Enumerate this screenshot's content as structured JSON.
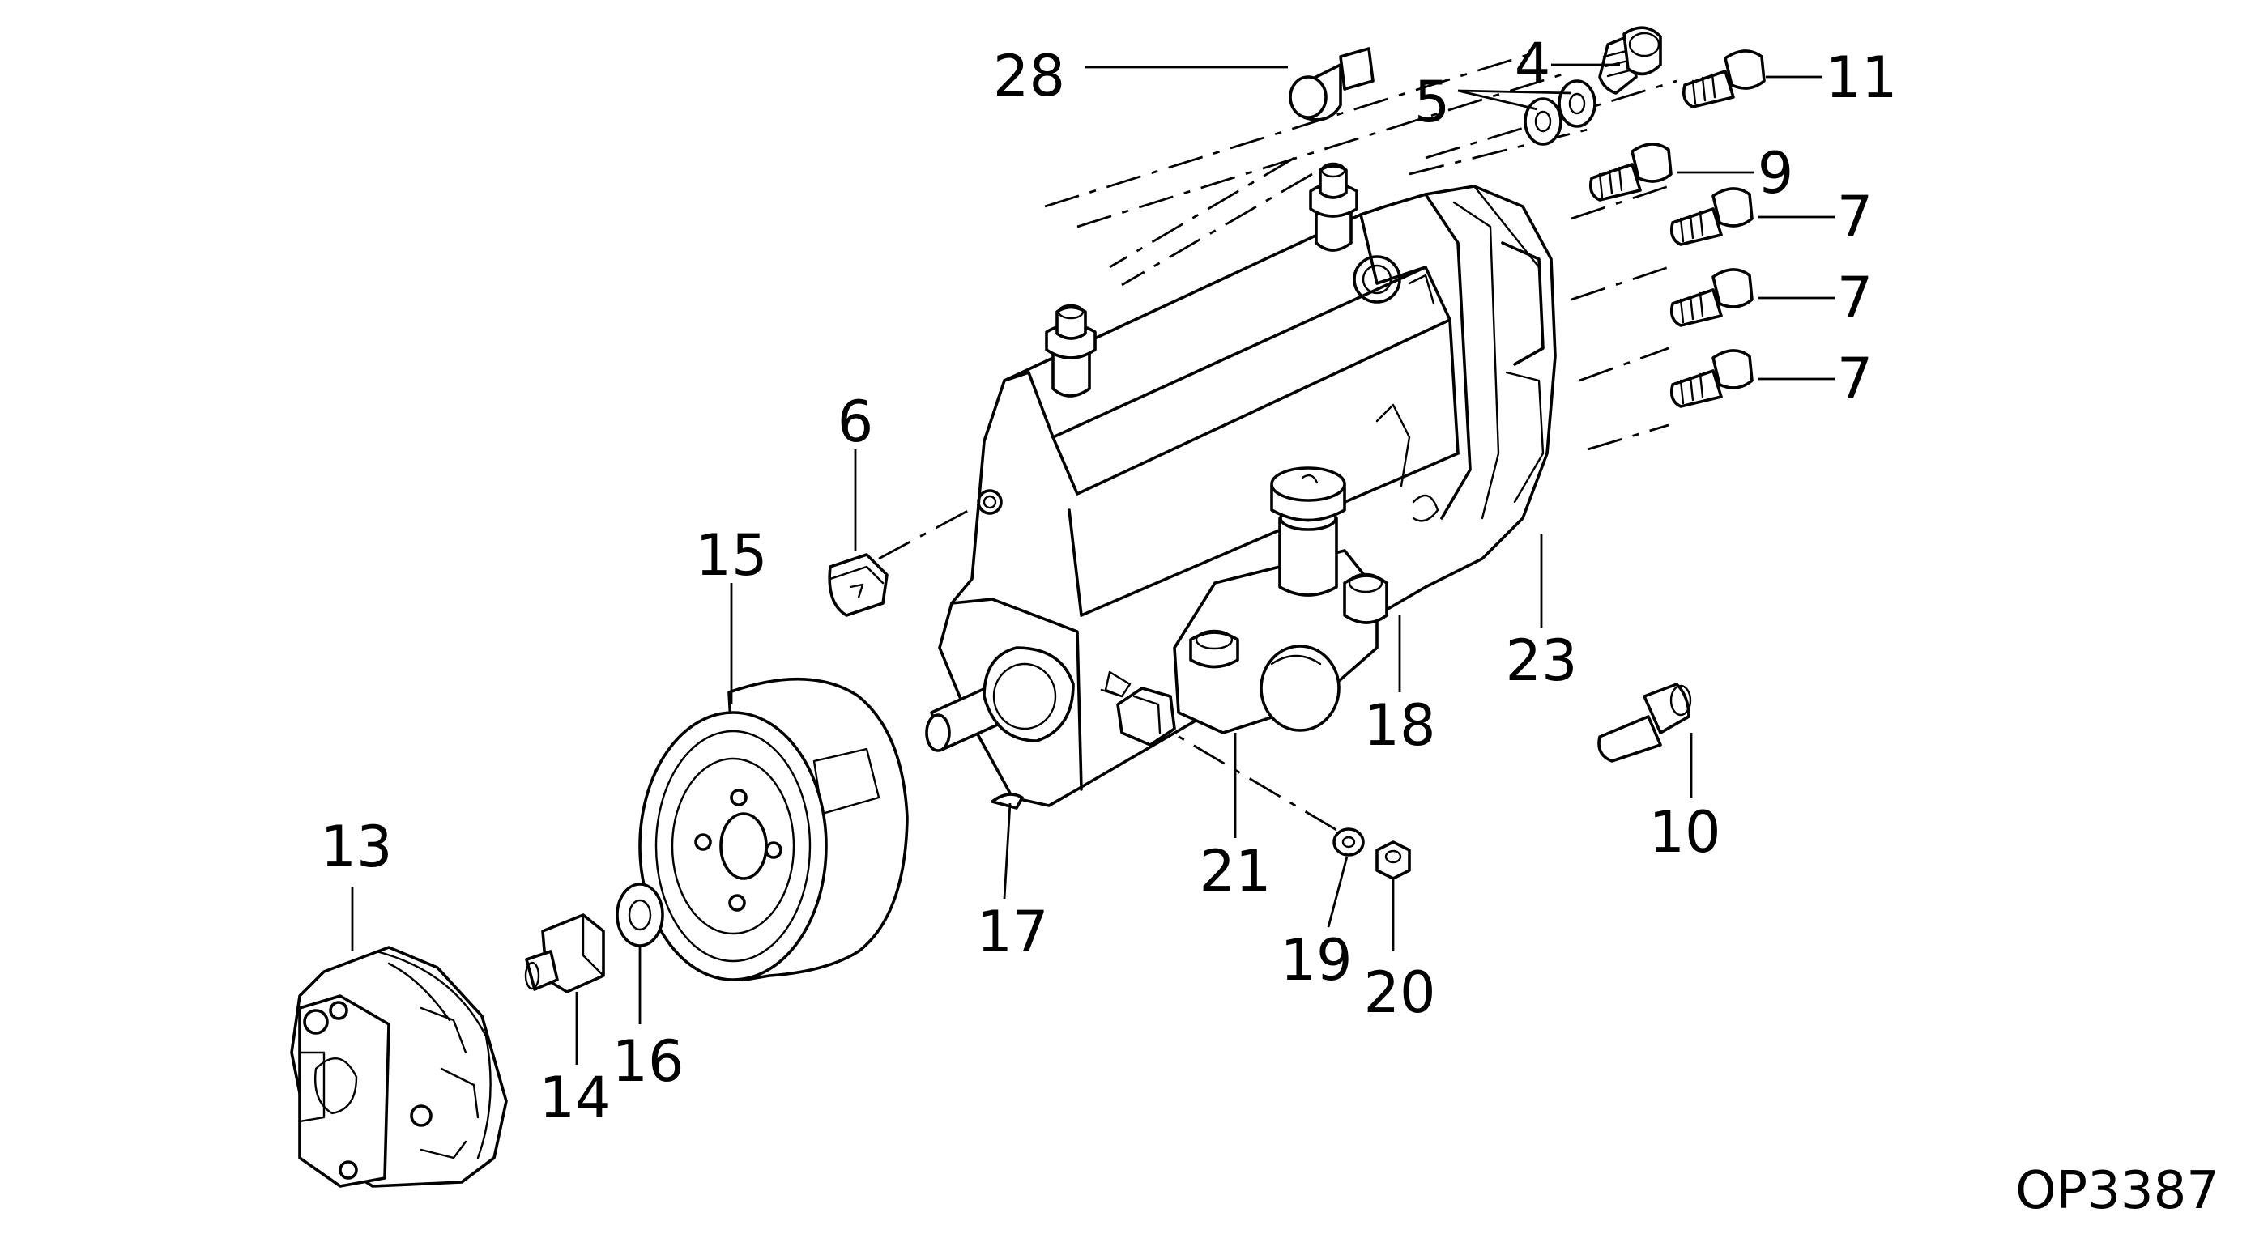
{
  "figure_code": "OP3387",
  "callouts": {
    "c4": "4",
    "c5": "5",
    "c6": "6",
    "c7a": "7",
    "c7b": "7",
    "c7c": "7",
    "c9": "9",
    "c10": "10",
    "c11": "11",
    "c13": "13",
    "c14": "14",
    "c15": "15",
    "c16": "16",
    "c17": "17",
    "c18": "18",
    "c19": "19",
    "c20": "20",
    "c21": "21",
    "c23": "23",
    "c28": "28"
  }
}
